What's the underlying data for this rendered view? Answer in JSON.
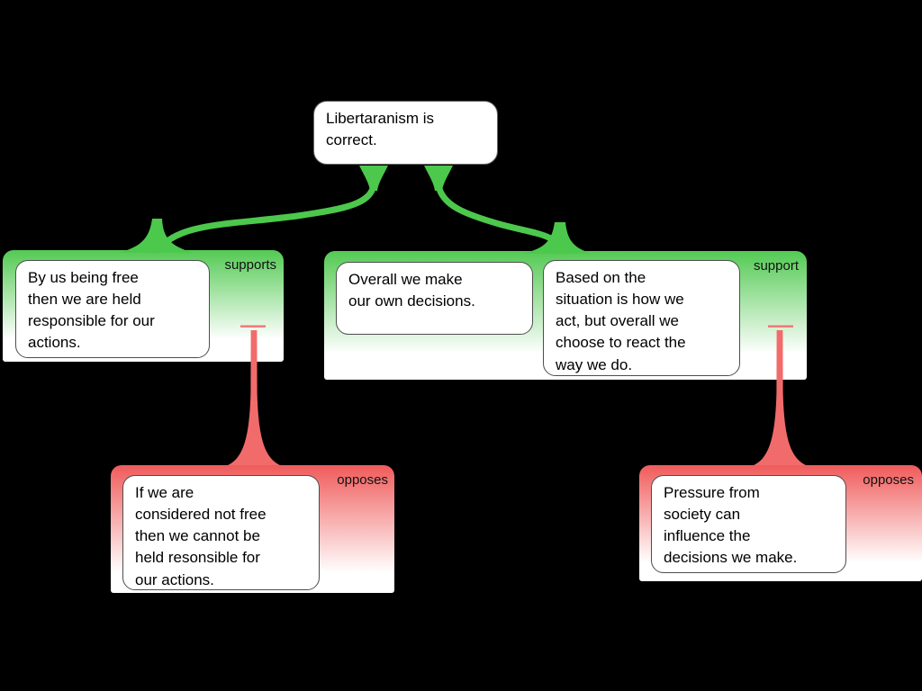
{
  "colors": {
    "background": "#000000",
    "support_line": "#4CC84C",
    "oppose_line": "#F26B6B",
    "oppose_bar": "#F07575",
    "support_box_top": "#53CA53",
    "oppose_box_top": "#F05B5B"
  },
  "root_claim": {
    "text": "Libertaranism is\ncorrect."
  },
  "groups": [
    {
      "label": "supports",
      "type": "supports",
      "reasons": [
        {
          "text": "By us being free\nthen we are held\nresponsible for our\nactions."
        }
      ]
    },
    {
      "label": "support",
      "type": "supports",
      "reasons": [
        {
          "text": "Overall we make\nour own decisions."
        },
        {
          "text": "Based on the\nsituation is how we\nact, but overall we\nchoose to react the\nway we do."
        }
      ]
    },
    {
      "label": "opposes",
      "type": "opposes",
      "reasons": [
        {
          "text": "If we are\nconsidered not free\nthen we cannot be\nheld resonsible for\nour actions."
        }
      ]
    },
    {
      "label": "opposes",
      "type": "opposes",
      "reasons": [
        {
          "text": "Pressure from\nsociety can\ninfluence the\ndecisions we make."
        }
      ]
    }
  ]
}
